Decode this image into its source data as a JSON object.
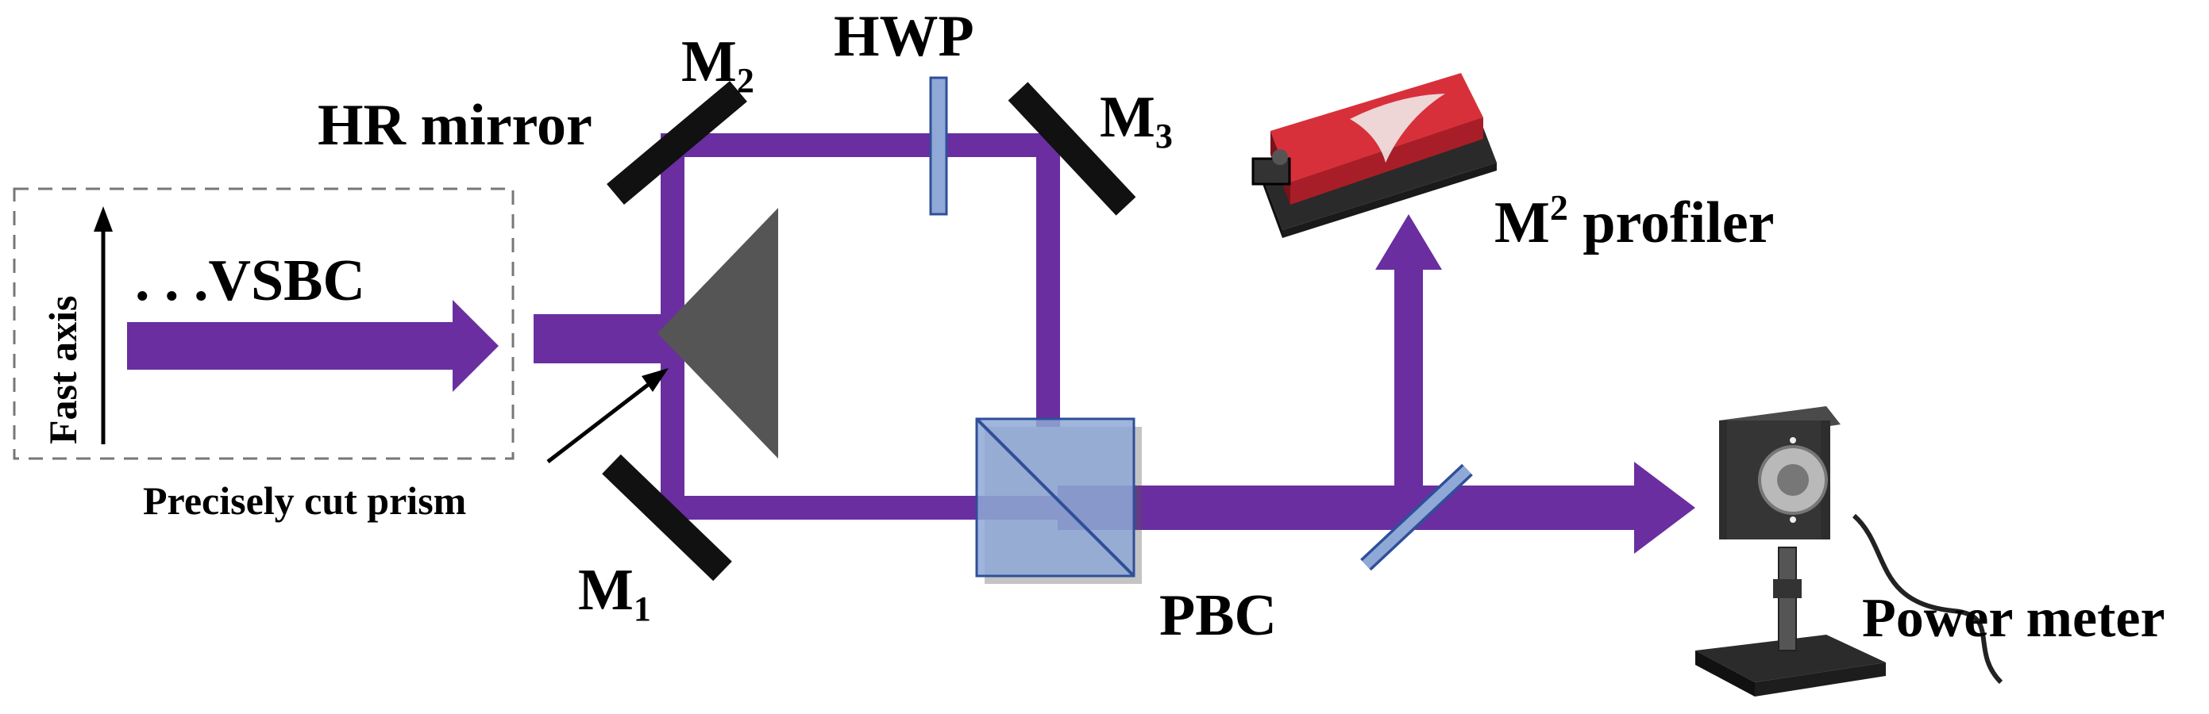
{
  "labels": {
    "m2": {
      "main": "M",
      "sub": "2"
    },
    "m3": {
      "main": "M",
      "sub": "3"
    },
    "m1": {
      "main": "M",
      "sub": "1"
    },
    "hwp": "HWP",
    "hr_mirror": "HR mirror",
    "fast_axis": "Fast axis",
    "vsbc": ". . .VSBC",
    "precisely_cut_prism": "Precisely cut prism",
    "m2_profiler": {
      "main": "M",
      "sup": "2",
      "rest": " profiler"
    },
    "pbc": "PBC",
    "power_meter": "Power meter"
  },
  "colors": {
    "beam": "#6a2ea0",
    "mirror": "#111111",
    "prism": "#555555",
    "optic_blue": "#8fa8d6",
    "optic_edge": "#2f4f9a",
    "dashed_box": "#777777",
    "profiler_red": "#d8303a"
  }
}
